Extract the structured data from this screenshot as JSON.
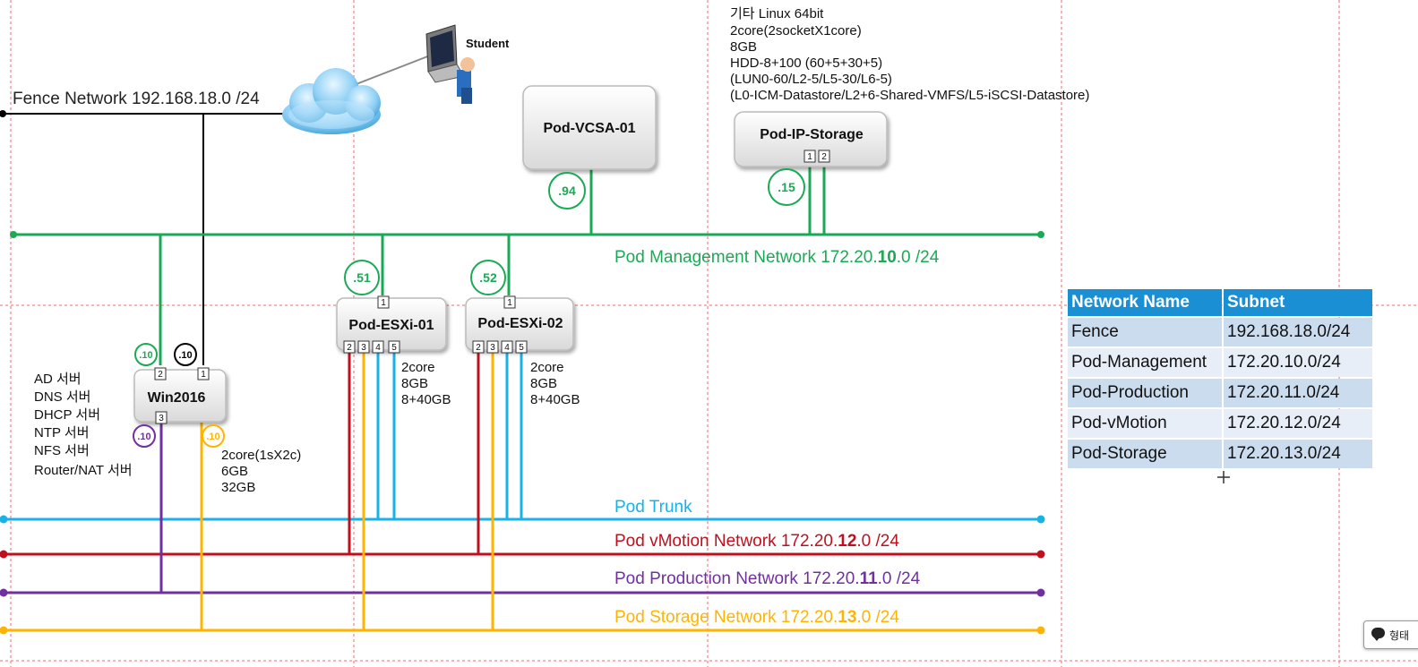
{
  "student_label": "Student",
  "fence_network_label": "Fence Network 192.168.18.0 /24",
  "storage_vm_specs": [
    "기타 Linux 64bit",
    "2core(2socketX1core)",
    "8GB",
    "HDD-8+100 (60+5+30+5)",
    "(LUN0-60/L2-5/L5-30/L6-5)",
    "(L0-ICM-Datastore/L2+6-Shared-VMFS/L5-iSCSI-Datastore)"
  ],
  "nodes": {
    "vcsa": {
      "label": "Pod-VCSA-01",
      "ip": ".94"
    },
    "storage": {
      "label": "Pod-IP-Storage",
      "ip": ".15",
      "ports": [
        "1",
        "2"
      ]
    },
    "esxi01": {
      "label": "Pod-ESXi-01",
      "ip": ".51",
      "top_port": "1",
      "ports": [
        "2",
        "3",
        "4",
        "5"
      ],
      "specs": [
        "2core",
        "8GB",
        "8+40GB"
      ]
    },
    "esxi02": {
      "label": "Pod-ESXi-02",
      "ip": ".52",
      "top_port": "1",
      "ports": [
        "2",
        "3",
        "4",
        "5"
      ],
      "specs": [
        "2core",
        "8GB",
        "8+40GB"
      ]
    },
    "win2016": {
      "label": "Win2016",
      "ports": [
        "2",
        "1",
        "3"
      ],
      "ip_mgmt": ".10",
      "ip_fence": ".10",
      "ip_prod": ".10",
      "ip_storage": ".10",
      "roles": [
        "AD 서버",
        "DNS 서버",
        "DHCP 서버",
        "NTP 서버",
        "NFS 서버",
        "Router/NAT 서버"
      ],
      "specs": [
        "2core(1sX2c)",
        "6GB",
        "32GB"
      ]
    }
  },
  "networks": {
    "management": {
      "prefix": "Pod Management Network 172.20.",
      "octet": "10",
      "suffix": ".0 /24",
      "color": "#1aaa55"
    },
    "trunk": {
      "label": "Pod Trunk",
      "color": "#17b2e8"
    },
    "vmotion": {
      "prefix": "Pod vMotion Network 172.20.",
      "octet": "12",
      "suffix": ".0 /24",
      "color": "#c0101e"
    },
    "production": {
      "prefix": "Pod Production Network 172.20.",
      "octet": "11",
      "suffix": ".0 /24",
      "color": "#7030a0"
    },
    "storage": {
      "prefix": "Pod Storage Network 172.20.",
      "octet": "13",
      "suffix": ".0 /24",
      "color": "#ffb400"
    }
  },
  "subnet_table": {
    "headers": [
      "Network Name",
      "Subnet"
    ],
    "rows": [
      [
        "Fence",
        "192.168.18.0/24"
      ],
      [
        "Pod-Management",
        "172.20.10.0/24"
      ],
      [
        "Pod-Production",
        "172.20.11.0/24"
      ],
      [
        "Pod-vMotion",
        "172.20.12.0/24"
      ],
      [
        "Pod-Storage",
        "172.20.13.0/24"
      ]
    ]
  },
  "chat_button_label": "형태"
}
